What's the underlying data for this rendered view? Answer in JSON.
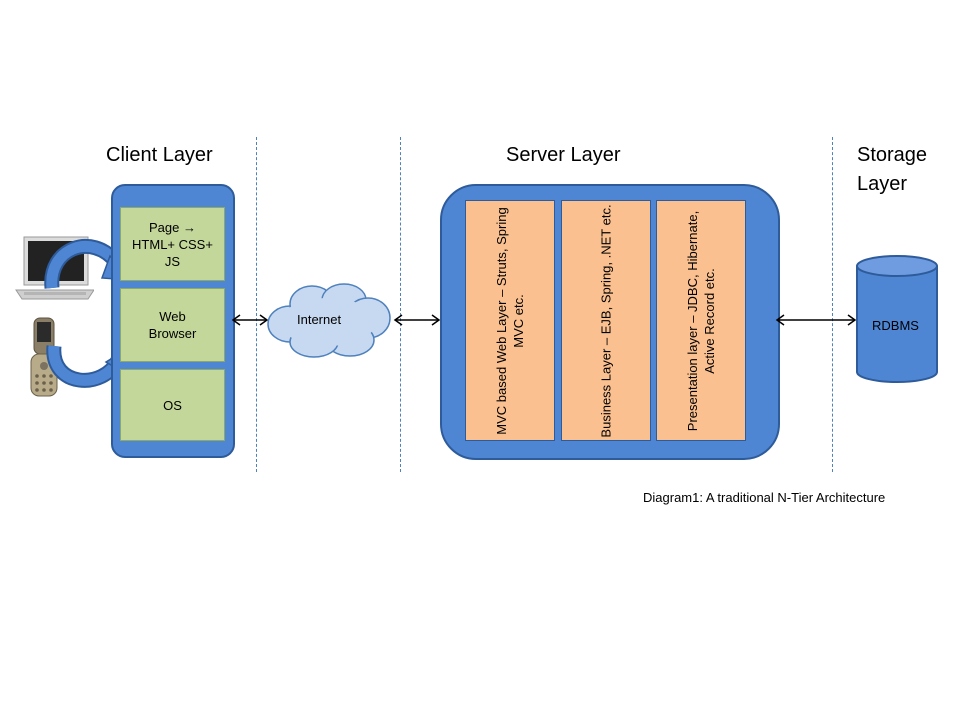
{
  "layers": {
    "client": "Client Layer",
    "server": "Server Layer",
    "storage": "Storage Layer"
  },
  "client_stack": {
    "page": "Page → HTML+ CSS+ JS",
    "browser": "Web Browser",
    "os": "OS"
  },
  "network": {
    "internet": "Internet"
  },
  "server_components": {
    "web": "MVC based Web Layer – Struts, Spring MVC etc.",
    "business": "Business Layer – EJB, Spring, .NET etc.",
    "presentation": "Presentation layer – JDBC, Hibernate, Active Record etc."
  },
  "storage": {
    "db": "RDBMS"
  },
  "caption": "Diagram1:  A traditional N-Tier Architecture"
}
